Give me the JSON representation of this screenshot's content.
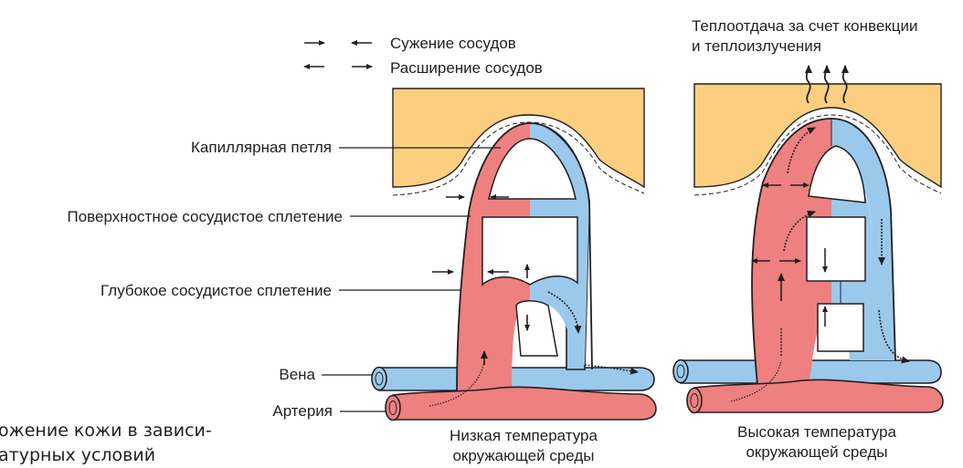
{
  "legend": {
    "constriction": "Сужение сосудов",
    "dilation": "Расширение сосудов"
  },
  "labels": {
    "capillary_loop": "Капиллярная петля",
    "superficial_plexus": "Поверхностное сосудистое сплетение",
    "deep_plexus": "Глубокое сосудистое сплетение",
    "vein": "Вена",
    "artery": "Артерия"
  },
  "heat_loss": {
    "line1": "Теплоотдача за счет конвекции",
    "line2": "и теплоизлучения"
  },
  "conditions": {
    "low": {
      "line1": "Низкая температура",
      "line2": "окружающей среды"
    },
    "high": {
      "line1": "Высокая температура",
      "line2": "окружающей среды"
    }
  },
  "caption": {
    "line1": "ожение кожи в зависи-",
    "line2": "атурных условий"
  },
  "colors": {
    "arterial": "#ee8080",
    "venous": "#9ac9ec",
    "skin": "#fbcf7f",
    "outline": "#231f20"
  }
}
